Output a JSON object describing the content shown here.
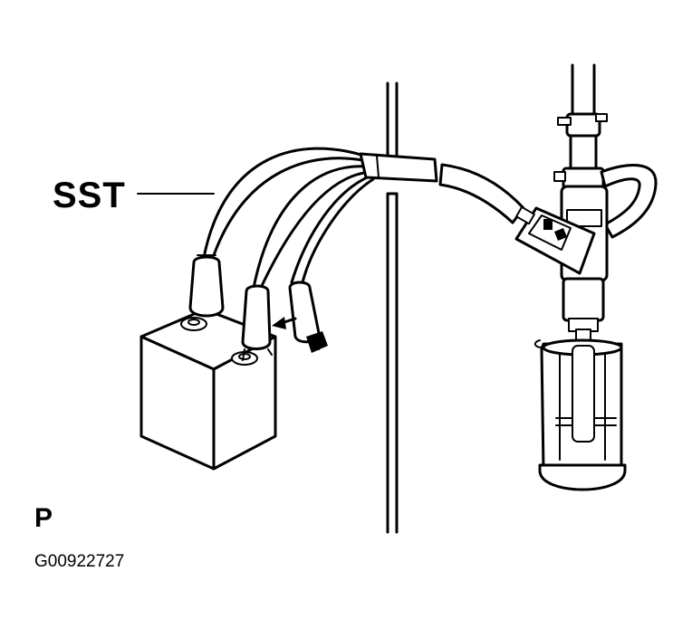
{
  "labels": {
    "sst": "SST",
    "p": "P",
    "figure_id": "G00922727"
  },
  "colors": {
    "line": "#000000",
    "background": "#ffffff"
  }
}
